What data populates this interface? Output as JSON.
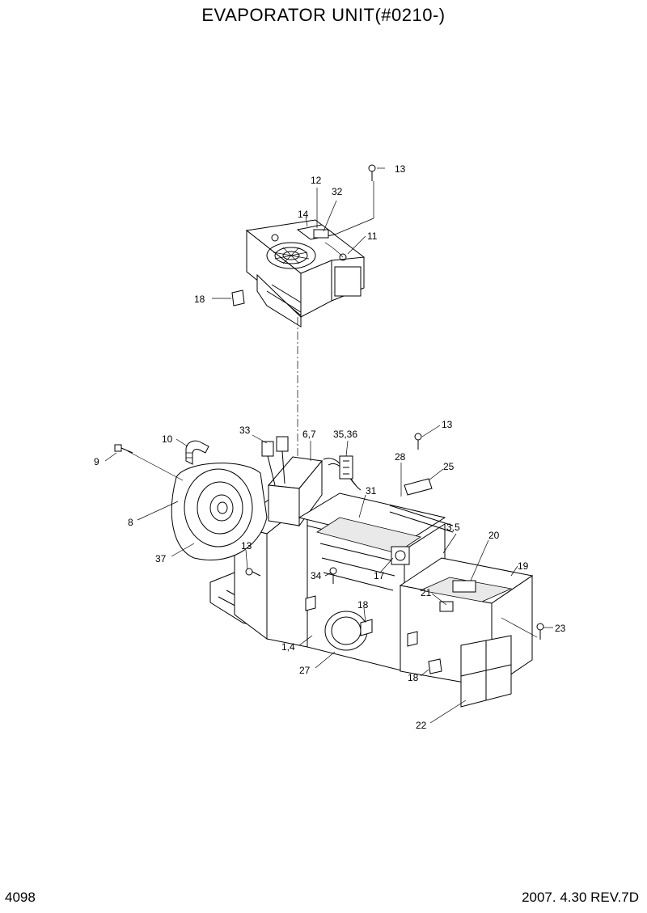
{
  "title": "EVAPORATOR UNIT(#0210-)",
  "footer": {
    "page": "4098",
    "revision": "2007. 4.30  REV.7D"
  },
  "callouts": {
    "c13a": "13",
    "c12": "12",
    "c32": "32",
    "c14": "14",
    "c11": "11",
    "c18a": "18",
    "c33": "33",
    "c67": "6,7",
    "c3536": "35,36",
    "c13b": "13",
    "c10": "10",
    "c9": "9",
    "c28": "28",
    "c25": "25",
    "c31": "31",
    "c8": "8",
    "c13c": "13",
    "c35": "3,5",
    "c20": "20",
    "c37": "37",
    "c34": "34",
    "c17": "17",
    "c19": "19",
    "c21": "21",
    "c18b": "18",
    "c23": "23",
    "c14b": "1,4",
    "c18c": "18",
    "c27": "27",
    "c22": "22"
  }
}
